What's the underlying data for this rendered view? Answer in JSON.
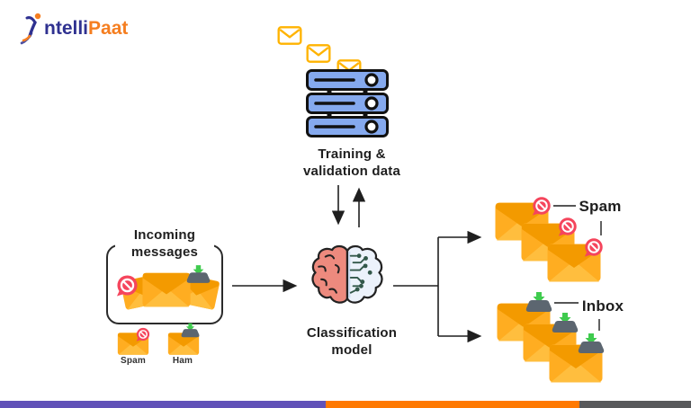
{
  "logo": {
    "prefix": "ntelli",
    "suffix": "Paat",
    "brand": "IntelliPaat"
  },
  "diagram": {
    "training": {
      "label": "Training & validation data"
    },
    "incoming": {
      "title": "Incoming messages"
    },
    "classifier": {
      "label": "Classification model"
    },
    "outputs": {
      "spam": {
        "label": "Spam"
      },
      "inbox": {
        "label": "Inbox"
      }
    },
    "legend": {
      "spam": {
        "label": "Spam"
      },
      "ham": {
        "label": "Ham"
      }
    }
  },
  "icons": {
    "logo-person-icon": "🧍",
    "envelope-icon": "✉",
    "envelope-outline-icon": "✉",
    "server-stack-icon": "🗄",
    "brain-icon": "🧠",
    "block-badge-icon": "⊘",
    "inbox-tray-icon": "⬇",
    "arrow-icon": "→"
  },
  "colors": {
    "brand-blue": "#2f3190",
    "brand-orange": "#f57e20",
    "envelope-body": "#FFAD21",
    "envelope-flap": "#F39A00",
    "envelope-fold": "#FFBE3E",
    "envelope-outline": "#FFB300",
    "badge-red": "#F5455C",
    "server-blue": "#85A9EE",
    "brain-left": "#ED8A7E",
    "brain-right": "#ECF2FB",
    "circuit-green": "#33584A",
    "tray-gray": "#5C6670",
    "arrow-green": "#3FCB4E",
    "bar-purple": "#6152B8",
    "bar-orange": "#FF7900",
    "bar-gray": "#58595B",
    "line-dark": "#1F1F1F",
    "text-dark": "#1E1E1E"
  }
}
